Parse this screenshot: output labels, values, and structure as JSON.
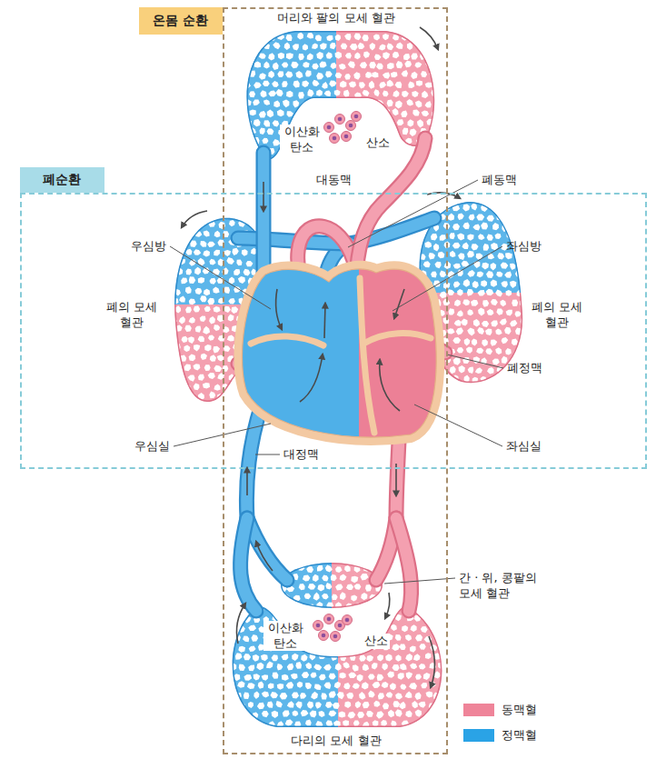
{
  "diagram": {
    "nodes": [
      {
        "text": [
          "온몸 순환"
        ]
      },
      {
        "text": [
          "폐순환"
        ]
      }
    ],
    "labels": [
      "머리와 팔의 모세 혈관",
      "이산화 탄소",
      "산소",
      "대동맥",
      "폐동맥",
      "우심방",
      "좌심방",
      "폐의 모세 혈관",
      "폐의 모세 혈관",
      "폐정맥",
      "우심실",
      "대정맥",
      "좌심실",
      "간 · 위, 콩팥의 모세 혈관",
      "이산화 탄소",
      "산소",
      "다리의 모세 혈관"
    ],
    "legend": [
      {
        "text": "동맥혈",
        "color": "#ef8499"
      },
      {
        "text": "정맥혈",
        "color": "#2aa3e6"
      }
    ]
  }
}
